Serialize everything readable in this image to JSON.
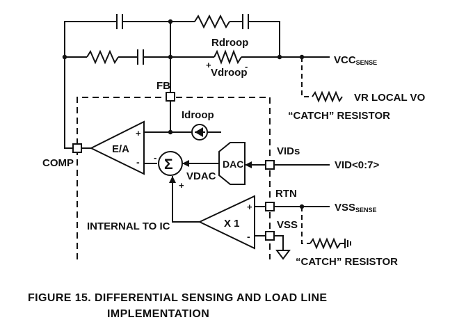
{
  "figure": {
    "caption_line1": "FIGURE 15.  DIFFERENTIAL SENSING AND LOAD LINE",
    "caption_line2": "IMPLEMENTATION"
  },
  "labels": {
    "rdroop": "Rdroop",
    "vdroop": "Vdroop",
    "vdroop_plus": "+",
    "vdroop_minus": "-",
    "vcc_sense_main": "VCC",
    "vcc_sense_sub": "SENSE",
    "vr_local_vo": "VR LOCAL VO",
    "catch_resistor_top": "“CATCH” RESISTOR",
    "catch_resistor_bottom": "“CATCH” RESISTOR",
    "fb": "FB",
    "idroop": "Idroop",
    "comp": "COMP",
    "ea": "E/A",
    "ea_plus": "+",
    "ea_minus": "-",
    "sigma": "Σ",
    "sum_minus": "-",
    "sum_plus": "+",
    "dac": "DAC",
    "vdac": "VDAC",
    "vids": "VIDs",
    "vid_bus": "VID<0:7>",
    "rtn": "RTN",
    "vss_sense_main": "VSS",
    "vss_sense_sub": "SENSE",
    "vss": "VSS",
    "x1": "X 1",
    "x1_plus": "+",
    "x1_minus": "-",
    "internal_to_ic": "INTERNAL TO IC"
  }
}
